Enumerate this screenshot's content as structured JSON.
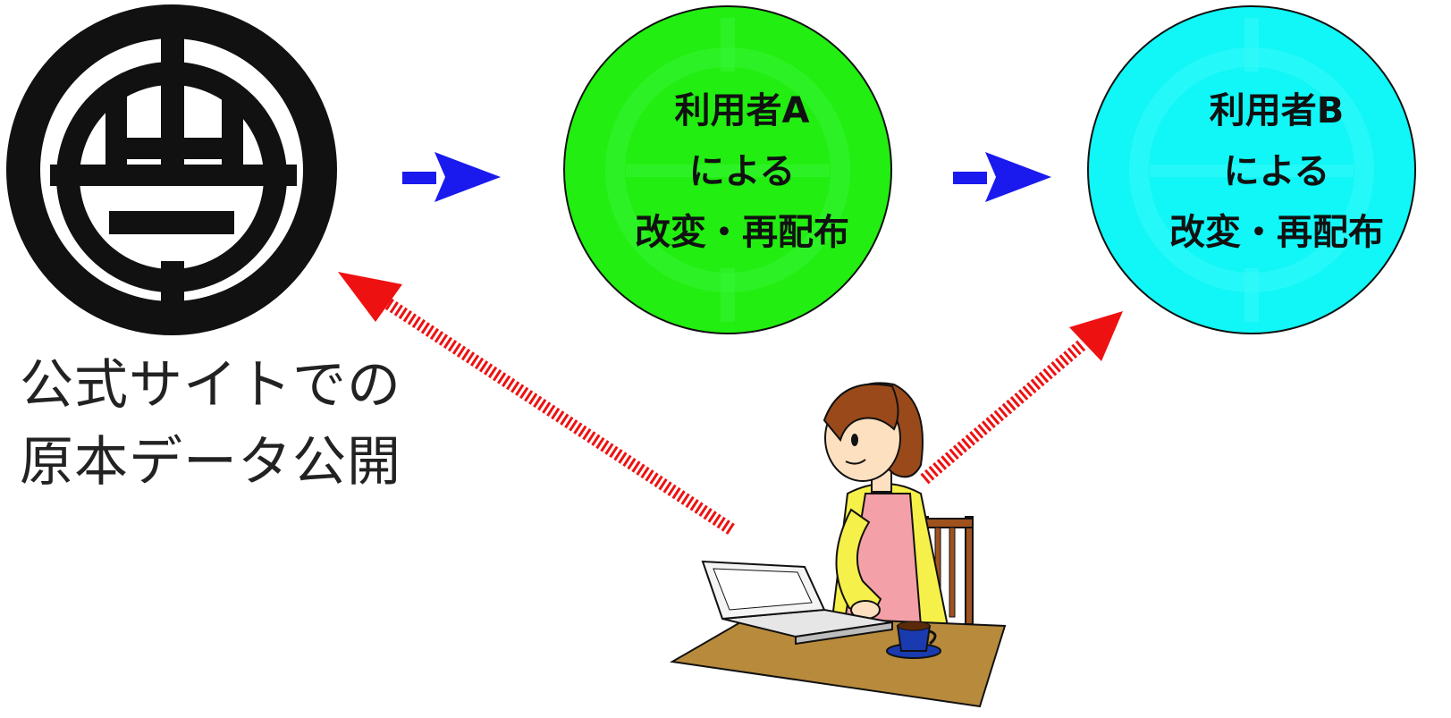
{
  "source": {
    "caption_line1": "公式サイトでの",
    "caption_line2": "原本データ公開"
  },
  "node_a": {
    "line1": "利用者A",
    "line2": "による",
    "line3": "改変・再配布",
    "fill": "#22ee11"
  },
  "node_b": {
    "line1": "利用者B",
    "line2": "による",
    "line3": "改変・再配布",
    "fill": "#11f6f6"
  },
  "colors": {
    "emblem": "#111111",
    "flow_arrow": "#1a1aee",
    "access_arrow": "#ee1111",
    "desk": "#b88a3c",
    "apron": "#f4a0a8",
    "shirt": "#f6f04a",
    "hair": "#9a4a1a",
    "mug": "#1a3ab0"
  },
  "icons": {
    "emblem": "municipal-emblem-icon",
    "user": "woman-with-laptop-illustration"
  }
}
